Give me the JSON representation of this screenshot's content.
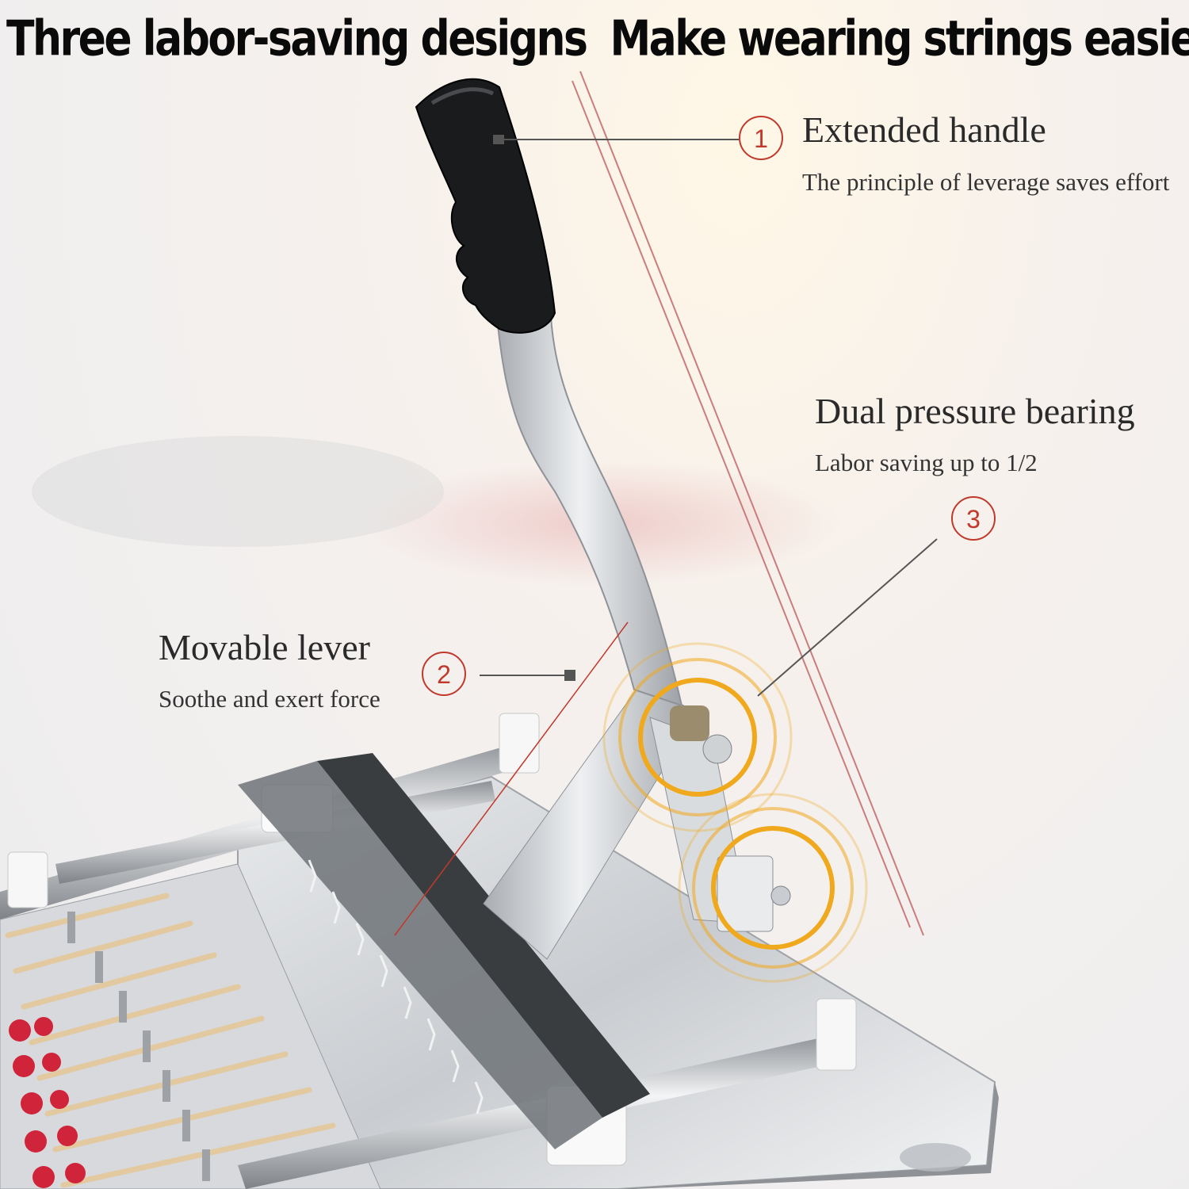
{
  "headline": {
    "left": "Three labor-saving designs",
    "right": "Make wearing strings easier"
  },
  "features": [
    {
      "number": "1",
      "title": "Extended handle",
      "description": "The principle of leverage saves effort"
    },
    {
      "number": "2",
      "title": "Movable lever",
      "description": "Soothe and exert force"
    },
    {
      "number": "3",
      "title": "Dual pressure bearing",
      "description": "Labor saving up to 1/2"
    }
  ],
  "colors": {
    "heading": "#0a0a0a",
    "callout": "#c0392b",
    "highlight": "#f0a81c",
    "metal": "#c8cbcf"
  }
}
